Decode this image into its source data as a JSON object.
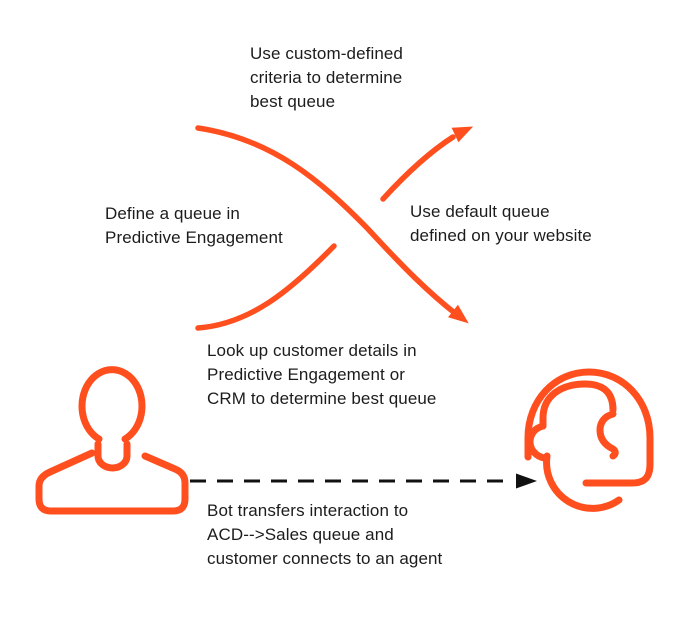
{
  "colors": {
    "accent": "#FF4F1F",
    "dark": "#111111",
    "text": "#1C1C1C",
    "bg": "#FFFFFF"
  },
  "labels": {
    "custom_criteria": "Use custom-defined\ncriteria to determine\nbest queue",
    "define_queue": "Define a queue in\nPredictive Engagement",
    "default_queue": "Use default queue\ndefined on your website",
    "lookup_customer": "Look up customer details in\nPredictive Engagement or\nCRM to determine best queue",
    "bot_transfer": "Bot transfers interaction to\nACD-->Sales queue and\ncustomer connects to an agent"
  },
  "icons": {
    "customer": "person-outline-icon",
    "agent": "headset-agent-icon",
    "arrows": [
      "swoosh-arrow-descending",
      "swoosh-arrow-ascending",
      "dashed-transfer-arrow"
    ]
  }
}
